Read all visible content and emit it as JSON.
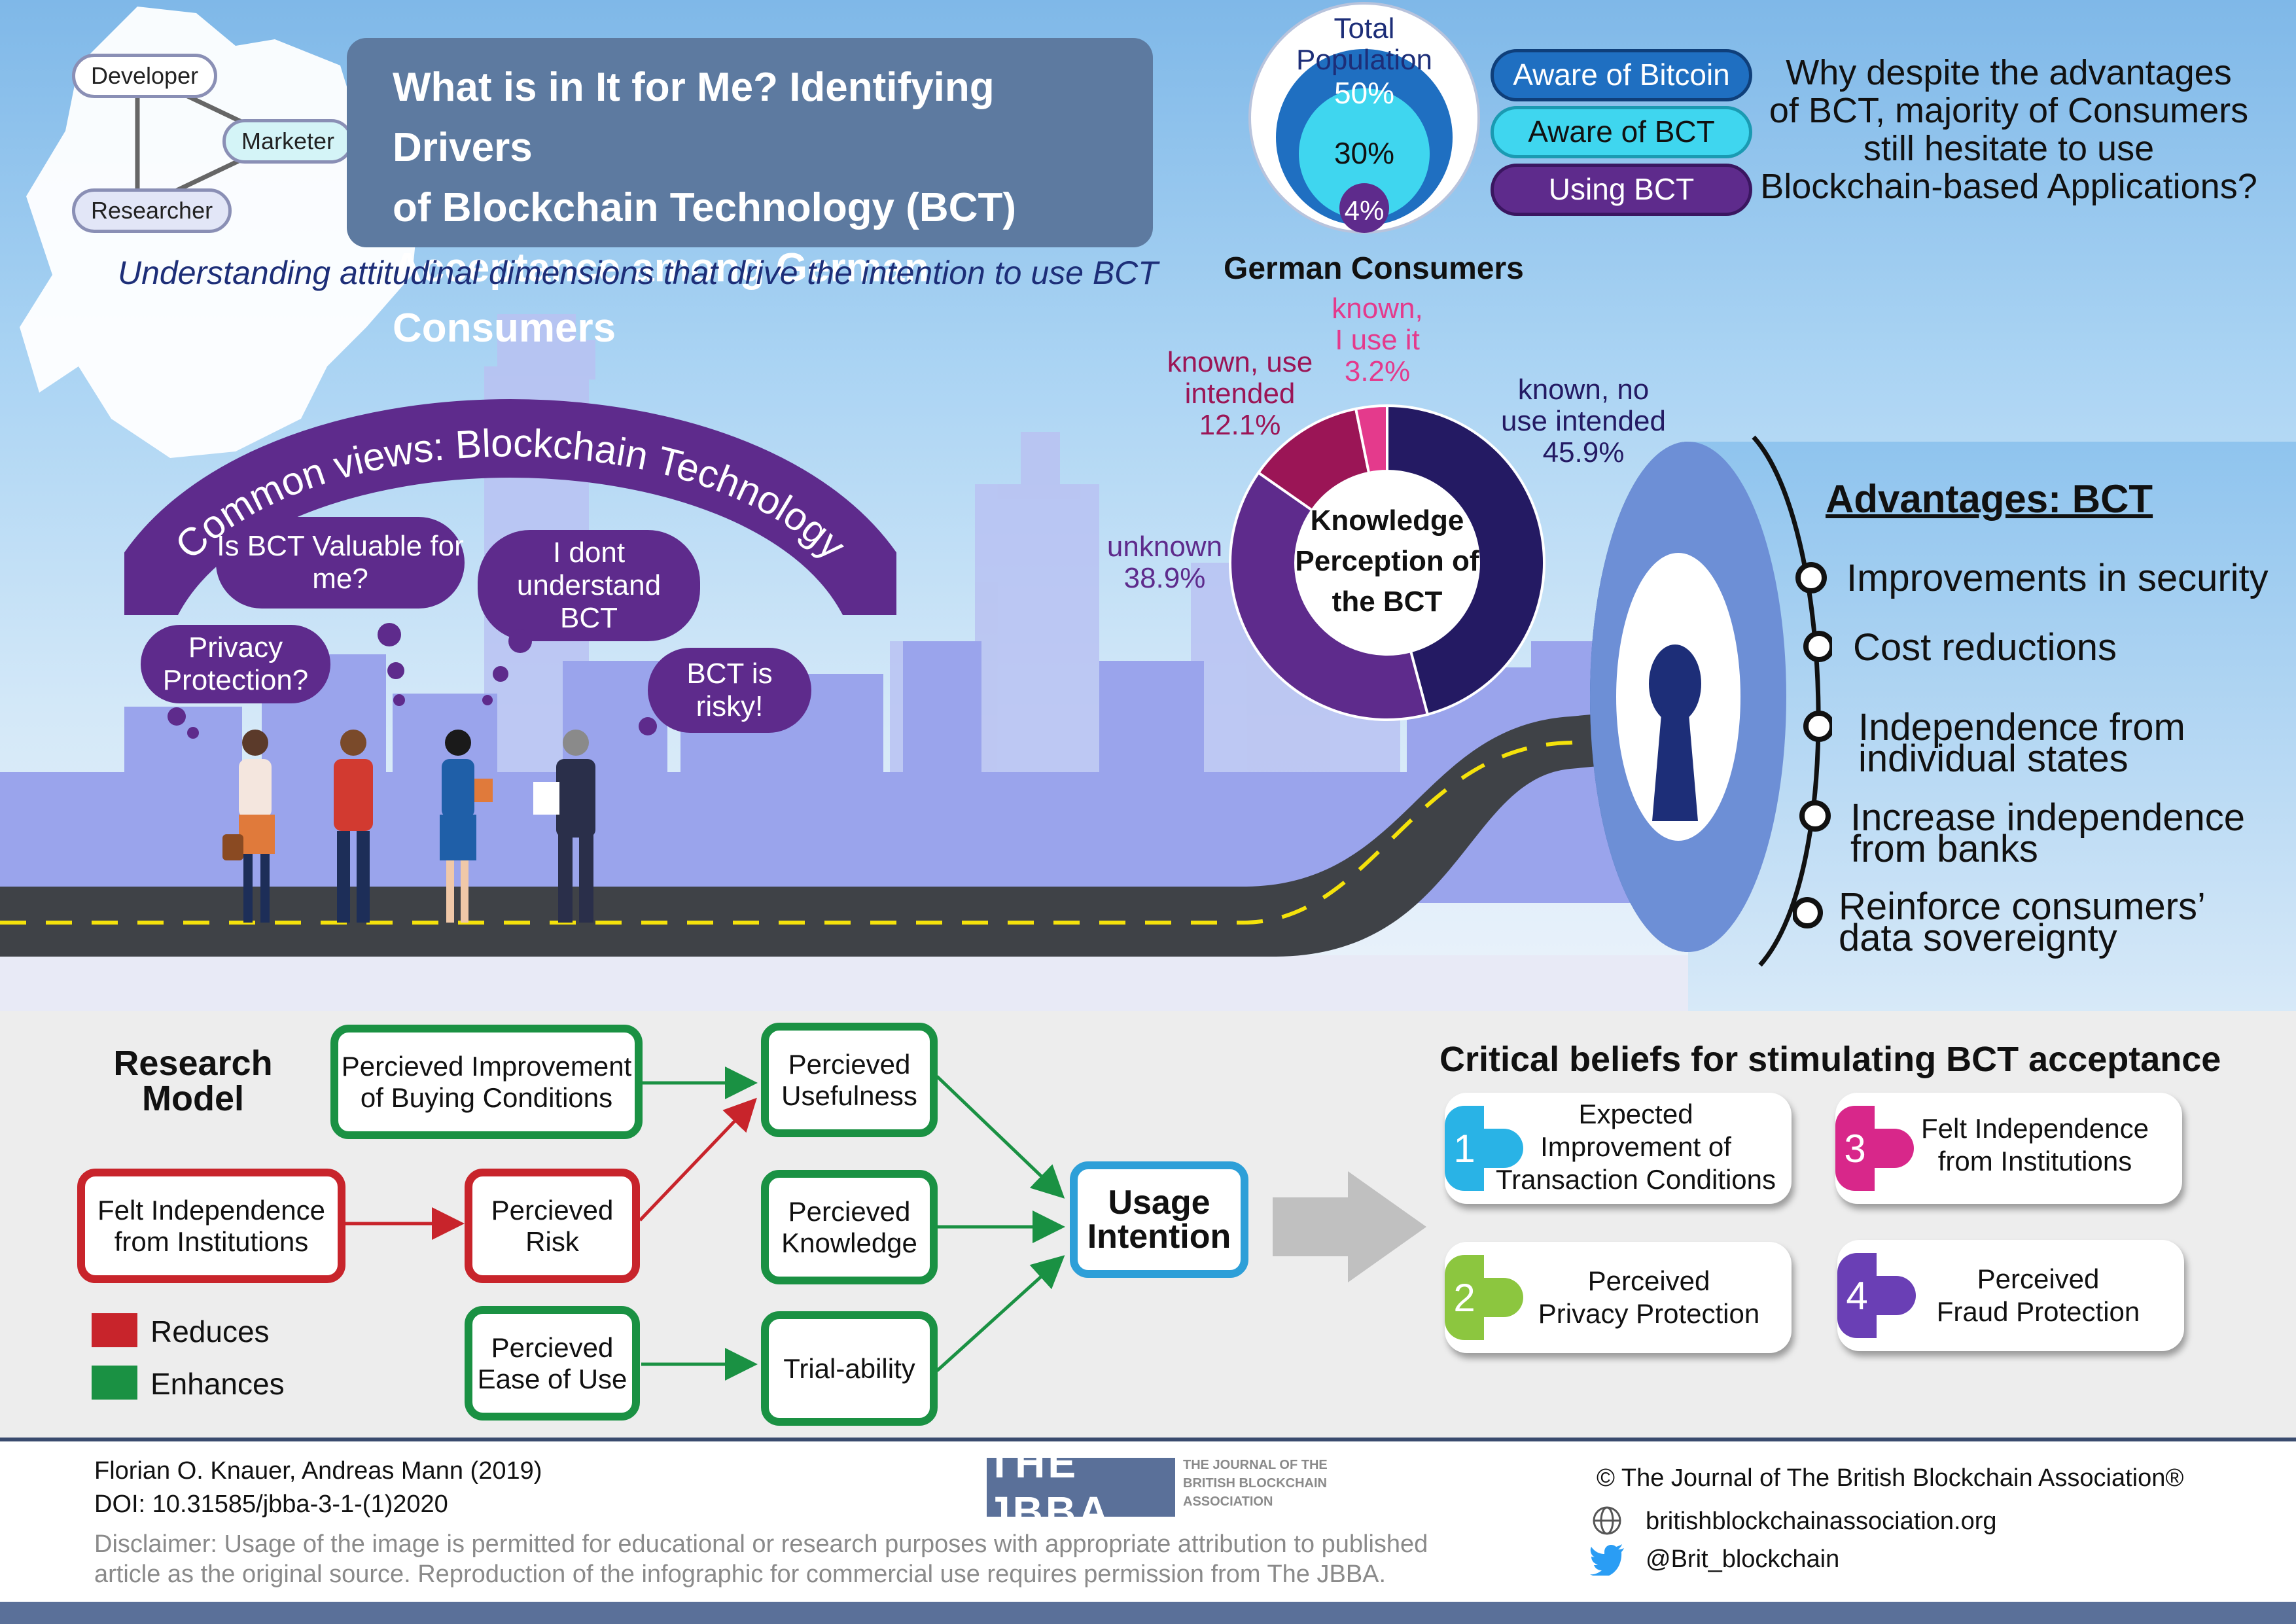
{
  "title": {
    "line1": "What is in It for Me? Identifying Drivers",
    "line2": "of Blockchain Technology (BCT)",
    "line3": "Acceptance among German Consumers",
    "subtitle": "Understanding  attitudinal dimensions that drive the intention to use BCT"
  },
  "roles": [
    "Developer",
    "Marketer",
    "Researcher"
  ],
  "population": {
    "title_line1": "Total",
    "title_line2": "Population",
    "pct_bitcoin": "50%",
    "pct_aware": "30%",
    "pct_using": "4%",
    "aware_bitcoin": "Aware of Bitcoin",
    "aware_bct": "Aware of BCT",
    "using_bct": "Using BCT",
    "caption": "German Consumers",
    "colors": {
      "bitcoin": "#1f6fc1",
      "aware": "#3fd6ef",
      "using": "#5e2b8c"
    }
  },
  "question": {
    "line1": "Why despite the advantages",
    "line2": "of BCT, majority of Consumers",
    "line3": "still hesitate to use",
    "line4": "Blockchain-based Applications?"
  },
  "chart_data": {
    "type": "pie",
    "title": "Knowledge Perception of the BCT",
    "center_line1": "Knowledge",
    "center_line2": "Perception of",
    "center_line3": "the BCT",
    "slices": [
      {
        "label_line1": "known, no",
        "label_line2": "use intended",
        "value": 45.9,
        "value_text": "45.9%",
        "color": "#241a63"
      },
      {
        "label_line1": "unknown",
        "label_line2": "",
        "value": 38.9,
        "value_text": "38.9%",
        "color": "#5e2b8c"
      },
      {
        "label_line1": "known, use",
        "label_line2": "intended",
        "value": 12.1,
        "value_text": "12.1%",
        "color": "#9b1556"
      },
      {
        "label_line1": "known,",
        "label_line2": "I use it",
        "value": 3.2,
        "value_text": "3.2%",
        "color": "#e43a8c"
      }
    ]
  },
  "common_views": {
    "arc_text": "Common views: Blockchain Technology",
    "bubbles": {
      "valuable": "Is BCT Valuable for me?",
      "privacy": "Privacy Protection?",
      "understand": "I dont understand BCT",
      "risky": "BCT is risky!"
    }
  },
  "advantages": {
    "title": "Advantages:  BCT",
    "items": [
      "Improvements in security",
      "Cost reductions",
      "Independence from individual states",
      "Increase independence from banks",
      "Reinforce consumers’ data sovereignty"
    ]
  },
  "research_model": {
    "title_line1": "Research",
    "title_line2": "Model",
    "buying": "Percieved Improvement of Buying Conditions",
    "felt": "Felt Independence from Institutions",
    "risk": "Percieved Risk",
    "ease": "Percieved Ease of Use",
    "usefulness": "Percieved Usefulness",
    "knowledge": "Percieved Knowledge",
    "trial": "Trial-ability",
    "usage_line1": "Usage",
    "usage_line2": "Intention",
    "legend_reduces": "Reduces",
    "legend_enhances": "Enhances",
    "colors": {
      "reduces": "#c8242b",
      "enhances": "#1a9143"
    }
  },
  "critical_beliefs": {
    "title": "Critical beliefs for stimulating BCT acceptance",
    "cards": [
      {
        "num": "1",
        "line1": "Expected",
        "line2": "Improvement of",
        "line3": "Transaction Conditions",
        "color": "#29b3e6"
      },
      {
        "num": "2",
        "line1": "Perceived",
        "line2": "Privacy Protection",
        "line3": "",
        "color": "#8cc63f"
      },
      {
        "num": "3",
        "line1": "Felt Independence",
        "line2": "from Institutions",
        "line3": "",
        "color": "#d8278a"
      },
      {
        "num": "4",
        "line1": "Perceived",
        "line2": "Fraud Protection",
        "line3": "",
        "color": "#6a3fb5"
      }
    ]
  },
  "footer": {
    "authors": "Florian O. Knauer, Andreas Mann (2019)",
    "doi": "DOI: 10.31585/jbba-3-1-(1)2020",
    "logo_main": "THE JBBA",
    "logo_sub_line1": "THE JOURNAL OF THE",
    "logo_sub_line2": "BRITISH BLOCKCHAIN",
    "logo_sub_line3": "ASSOCIATION",
    "copyright": "© The Journal of The British Blockchain Association®",
    "website": "britishblockchainassociation.org",
    "twitter": "@Brit_blockchain",
    "disclaimer": "Disclaimer: Usage of the image is permitted for educational or research purposes with appropriate attribution to published article as the original source. Reproduction of the infographic for commercial use requires permission from The JBBA."
  }
}
